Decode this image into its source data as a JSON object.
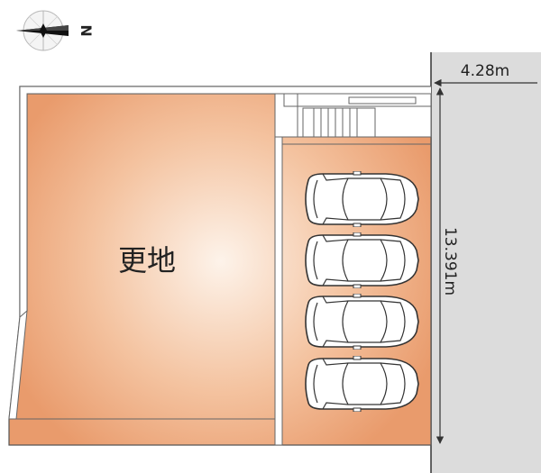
{
  "compass": {
    "label": "N",
    "icon": "north-arrow-icon"
  },
  "lot": {
    "label": "更地",
    "fill_center": "#fdf3ea",
    "fill_edge": "#e99b6c"
  },
  "road": {
    "width_label": "4.28m",
    "frontage_label": "13.391m",
    "color": "#dcdcdc"
  },
  "parking": {
    "car_count": 4,
    "car_icon": "car-icon"
  }
}
